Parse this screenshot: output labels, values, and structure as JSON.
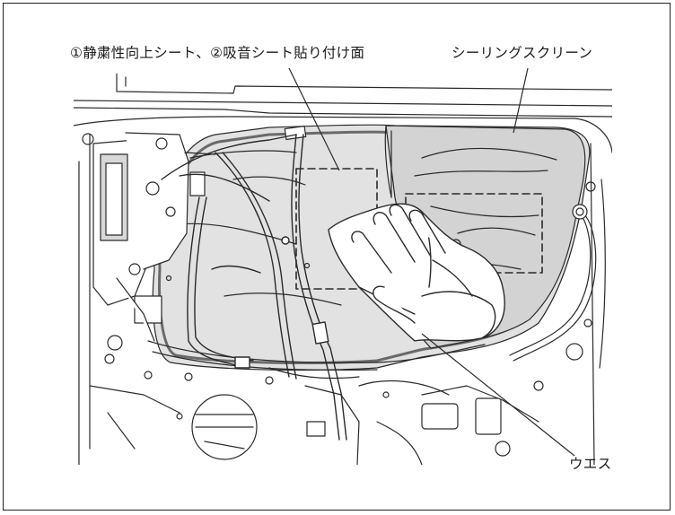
{
  "labels": {
    "noise_sheet_area": "①静粛性向上シート、②吸音シート貼り付け面",
    "sealing_screen": "シーリングスクリーン",
    "waste_cloth": "ウエス"
  },
  "colors": {
    "line": "#2a2a2a",
    "panel_fill": "#e2e2e2",
    "screen_fill": "#d3d3d3",
    "seal_band": "#b8b8b8"
  }
}
